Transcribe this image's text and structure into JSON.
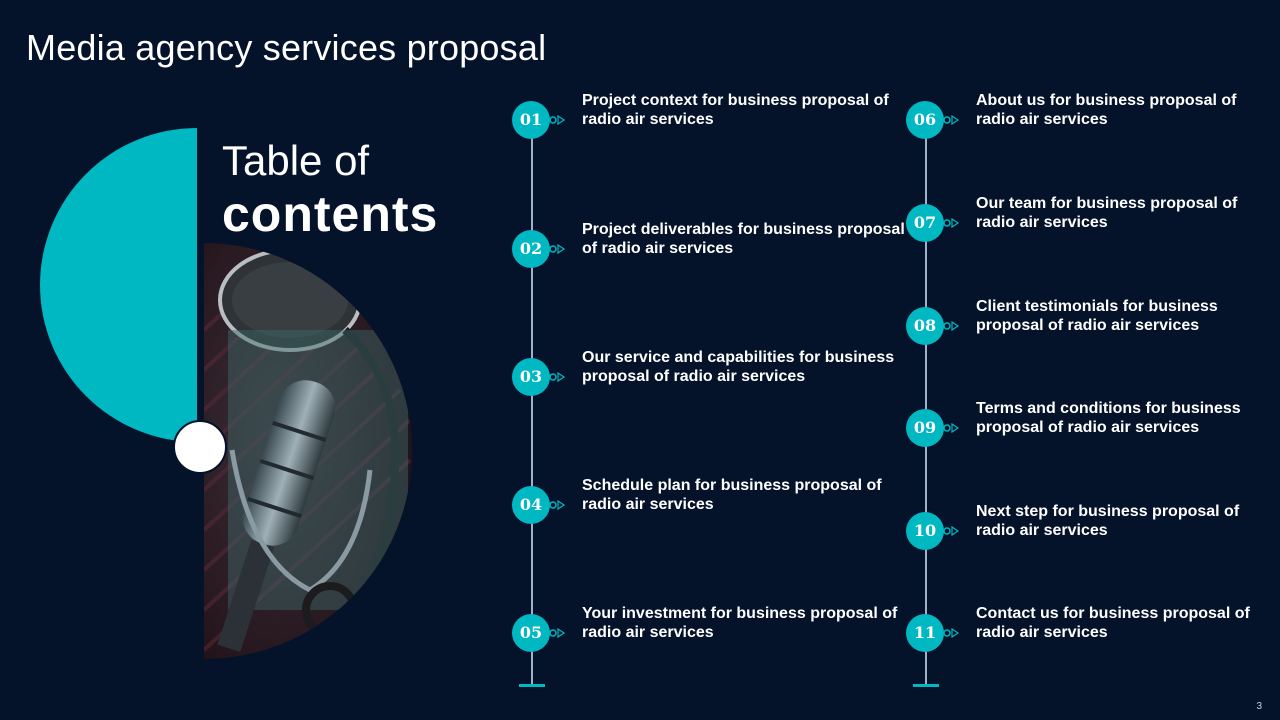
{
  "slide": {
    "title": "Media agency services proposal",
    "page_number": "3"
  },
  "toc": {
    "heading_line1": "Table of",
    "heading_line2": "contents",
    "items": [
      {
        "number": "01",
        "text": "Project context for business proposal of radio air services"
      },
      {
        "number": "02",
        "text": "Project deliverables for business proposal of radio air services"
      },
      {
        "number": "03",
        "text": "Our service and capabilities for business proposal of radio air services"
      },
      {
        "number": "04",
        "text": "Schedule plan for business proposal of radio air services"
      },
      {
        "number": "05",
        "text": "Your investment for business proposal of radio air services"
      },
      {
        "number": "06",
        "text": "About us for business proposal of radio air services"
      },
      {
        "number": "07",
        "text": "Our team for business proposal of radio air services"
      },
      {
        "number": "08",
        "text": "Client testimonials for business proposal of radio air services"
      },
      {
        "number": "09",
        "text": "Terms and conditions for business proposal of radio air services"
      },
      {
        "number": "10",
        "text": "Next step for business proposal of radio air services"
      },
      {
        "number": "11",
        "text": "Contact us for business proposal of radio air services"
      }
    ]
  },
  "colors": {
    "background": "#04122a",
    "accent": "#00b8c2",
    "text": "#ffffff"
  },
  "icons": {
    "hero_image": "microphone-photo",
    "badge_connector": "arrow-right-icon"
  }
}
